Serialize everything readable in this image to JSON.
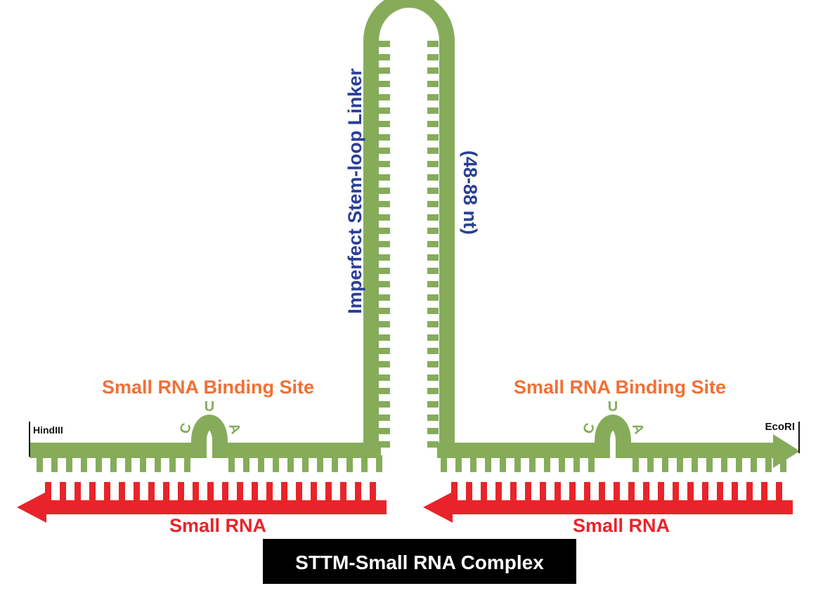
{
  "colors": {
    "stem_green": "#86ac5a",
    "small_rna_red": "#e8242a",
    "binding_label_orange": "#f26f35",
    "linker_label_blue": "#2a3f96",
    "complex_label_bg": "#000000",
    "complex_label_fg": "#ffffff"
  },
  "labels": {
    "linker": "Imperfect Stem-loop Linker",
    "linker_length": "(48-88 nt)",
    "binding_site_left": "Small RNA Binding Site",
    "binding_site_right": "Small RNA Binding Site",
    "small_rna_left": "Small RNA",
    "small_rna_right": "Small RNA",
    "restriction_left": "HindIII",
    "restriction_right": "EcoRI",
    "complex": "STTM-Small RNA Complex"
  },
  "bulge_nucleotides": {
    "left": [
      "C",
      "U",
      "A"
    ],
    "right": [
      "C",
      "U",
      "A"
    ]
  }
}
